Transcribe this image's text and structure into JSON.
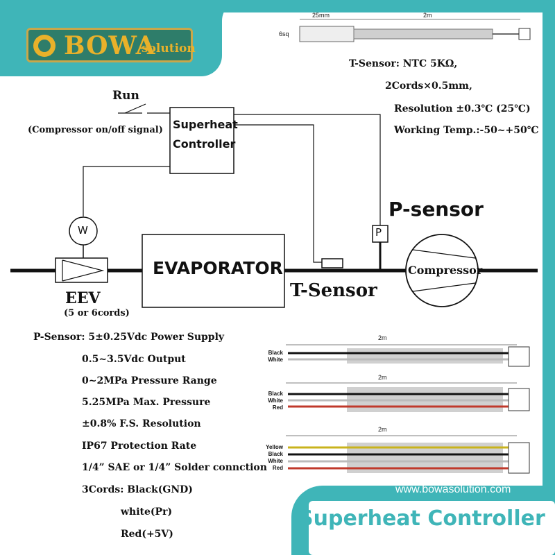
{
  "brand": {
    "name": "BOWA",
    "suffix": "solution",
    "website": "www.bowasolution.com",
    "banner": "Superheat Controller",
    "colors": {
      "teal": "#3fb5b8",
      "logo_bg": "#2e7d6a",
      "gold": "#e9b12a"
    }
  },
  "diagram": {
    "run": "Run",
    "compressor_signal": "(Compressor on/off signal)",
    "controller_line1": "Superheat",
    "controller_line2": "Controller",
    "w": "W",
    "p": "P",
    "p_sensor": "P-sensor",
    "evaporator": "EVAPORATOR",
    "compressor": "Compressor",
    "t_sensor": "T-Sensor",
    "eev": "EEV",
    "eev_note": "(5 or 6cords)"
  },
  "t_sensor_specs": {
    "dims": {
      "d1": "25mm",
      "d2": "2m",
      "side": "6sq"
    },
    "lines": [
      "T-Sensor: NTC 5KΩ,",
      "2Cords×0.5mm,",
      "Resolution ±0.3℃ (25℃)",
      "Working Temp.:-50~+50℃"
    ]
  },
  "p_sensor_specs": [
    "P-Sensor: 5±0.25Vdc Power Supply",
    "0.5~3.5Vdc Output",
    "0~2MPa Pressure Range",
    "5.25MPa Max. Pressure",
    "±0.8% F.S. Resolution",
    "IP67 Protection Rate",
    "1/4” SAE or 1/4” Solder connction",
    "3Cords: Black(GND)",
    "white(Pr)",
    "Red(+5V)"
  ],
  "cables": [
    {
      "length": "2m",
      "wires": [
        "Black",
        "White"
      ]
    },
    {
      "length": "2m",
      "wires": [
        "Black",
        "White",
        "Red"
      ]
    },
    {
      "length": "2m",
      "wires": [
        "Yellow",
        "Black",
        "White",
        "Red"
      ]
    }
  ]
}
